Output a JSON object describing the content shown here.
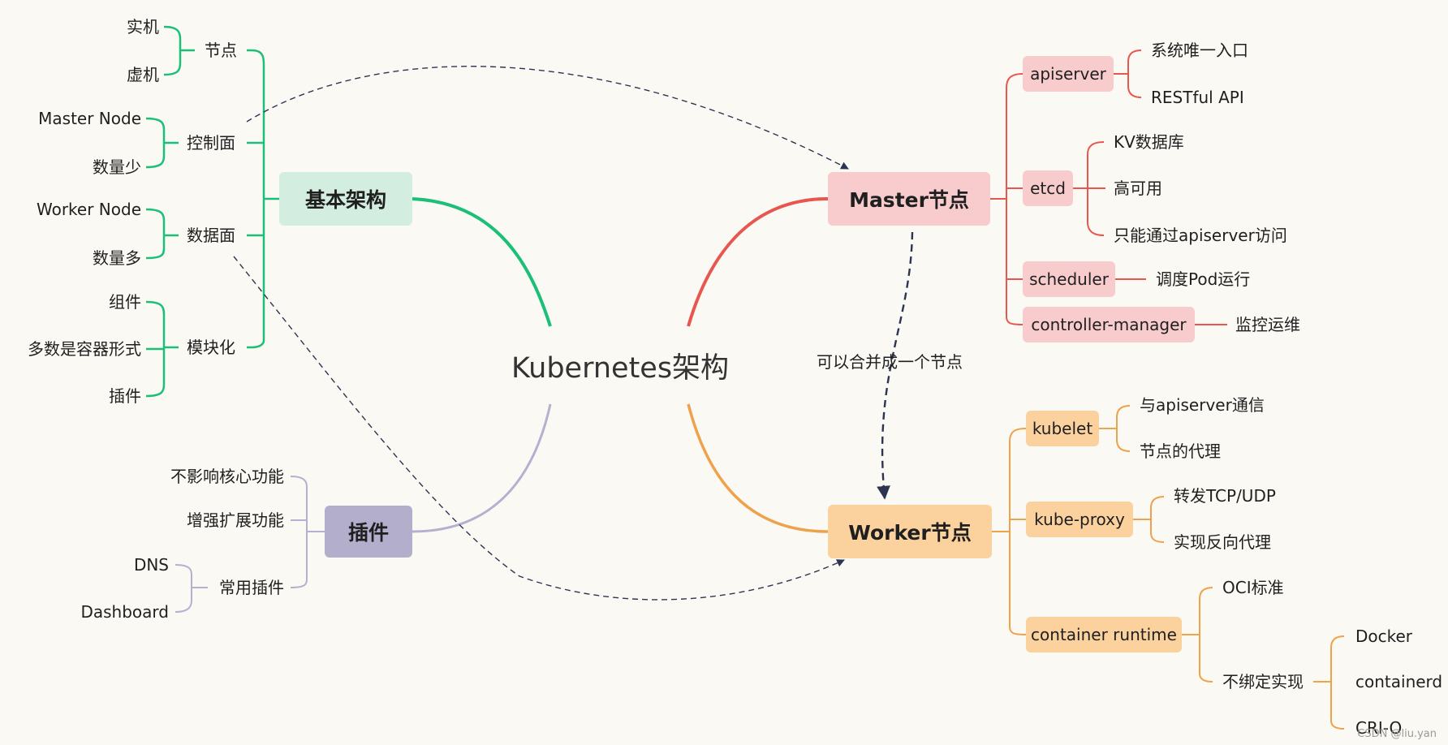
{
  "center": {
    "title": "Kubernetes架构"
  },
  "basic": {
    "title": "基本架构",
    "node": {
      "label": "节点",
      "children": [
        "实机",
        "虚机"
      ]
    },
    "control": {
      "label": "控制面",
      "children": [
        "Master Node",
        "数量少"
      ]
    },
    "data": {
      "label": "数据面",
      "children": [
        "Worker Node",
        "数量多"
      ]
    },
    "modular": {
      "label": "模块化",
      "children": [
        "组件",
        "多数是容器形式",
        "插件"
      ]
    }
  },
  "plugin": {
    "title": "插件",
    "items": [
      "不影响核心功能",
      "增强扩展功能"
    ],
    "common": {
      "label": "常用插件",
      "children": [
        "DNS",
        "Dashboard"
      ]
    }
  },
  "master": {
    "title": "Master节点",
    "apiserver": {
      "label": "apiserver",
      "children": [
        "系统唯一入口",
        "RESTful API"
      ]
    },
    "etcd": {
      "label": "etcd",
      "children": [
        "KV数据库",
        "高可用",
        "只能通过apiserver访问"
      ]
    },
    "scheduler": {
      "label": "scheduler",
      "children": [
        "调度Pod运行"
      ]
    },
    "controller": {
      "label": "controller-manager",
      "children": [
        "监控运维"
      ]
    }
  },
  "worker": {
    "title": "Worker节点",
    "kubelet": {
      "label": "kubelet",
      "children": [
        "与apiserver通信",
        "节点的代理"
      ]
    },
    "proxy": {
      "label": "kube-proxy",
      "children": [
        "转发TCP/UDP",
        "实现反向代理"
      ]
    },
    "runtime": {
      "label": "container runtime",
      "children": [
        "OCI标准",
        "不绑定实现"
      ],
      "impl": [
        "Docker",
        "containerd",
        "CRI-O"
      ]
    }
  },
  "relations": {
    "merge_label": "可以合并成一个节点"
  },
  "watermark": "CSDN @liu.yan",
  "colors": {
    "green": "#1cbf78",
    "green_fill": "#d4ede1",
    "red": "#e8574f",
    "red_fill": "#f8cccd",
    "orange": "#eea24c",
    "orange_fill": "#fbd29e",
    "purple": "#b5b0cf",
    "purple_fill": "#b2aecb",
    "dash": "#2d3452"
  }
}
